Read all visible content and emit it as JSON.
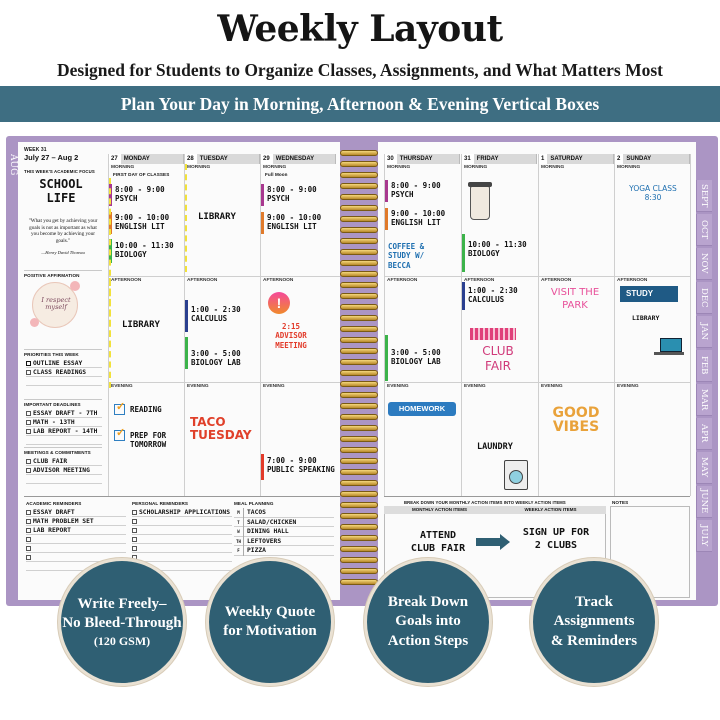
{
  "hero": {
    "title": "Weekly Layout",
    "subtitle": "Designed for Students to Organize Classes, Assignments, and What Matters Most",
    "banner": "Plan Your Day in Morning, Afternoon & Evening Vertical Boxes"
  },
  "left_page": {
    "week": "WEEK 31",
    "range": "July 27 – Aug 2",
    "focus_label": "THIS WEEK'S ACADEMIC FOCUS",
    "focus_text": "SCHOOL LIFE",
    "quote": "\"What you get by achieving your goals is not as important as what you become by achieving your goals.\"",
    "quote_author": "—Henry David Thoreau",
    "affirmation_label": "POSITIVE AFFIRMATION",
    "affirmation": "I respect myself",
    "priorities_label": "PRIORITIES THIS WEEK",
    "priorities": [
      "OUTLINE ESSAY",
      "CLASS READINGS"
    ],
    "deadlines_label": "IMPORTANT DEADLINES",
    "deadlines": [
      "ESSAY DRAFT - 7TH",
      "MATH - 13TH",
      "LAB REPORT - 14TH"
    ],
    "meetings_label": "MEETINGS & COMMITMENTS",
    "meetings": [
      "CLUB FAIR",
      "ADVISOR MEETING"
    ],
    "days": [
      {
        "num": "27",
        "name": "MONDAY"
      },
      {
        "num": "28",
        "name": "TUESDAY"
      },
      {
        "num": "29",
        "name": "WEDNESDAY"
      }
    ],
    "morning": "MORNING",
    "afternoon": "AFTERNOON",
    "evening": "EVENING",
    "mon_note": "FIRST DAY OF CLASSES",
    "wed_note": "Full Moon",
    "mon_m": [
      "8:00 - 9:00",
      "PSYCH",
      "9:00 - 10:00",
      "ENGLISH LIT",
      "10:00 - 11:30",
      "BIOLOGY"
    ],
    "tue_m": "LIBRARY",
    "wed_m": [
      "8:00 - 9:00",
      "PSYCH",
      "9:00 - 10:00",
      "ENGLISH LIT"
    ],
    "mon_a": "LIBRARY",
    "tue_a": [
      "1:00 - 2:30",
      "CALCULUS",
      "3:00 - 5:00",
      "BIOLOGY LAB"
    ],
    "wed_a": [
      "2:15",
      "ADVISOR",
      "MEETING"
    ],
    "mon_e": [
      "READING",
      "PREP FOR",
      "TOMORROW"
    ],
    "tue_e": [
      "TACO",
      "TUESDAY"
    ],
    "wed_e": [
      "7:00 - 9:00",
      "PUBLIC SPEAKING"
    ],
    "academic_label": "ACADEMIC REMINDERS",
    "academic": [
      "ESSAY DRAFT",
      "MATH PROBLEM SET",
      "LAB REPORT"
    ],
    "personal_label": "PERSONAL REMINDERS",
    "personal": [
      "SCHOLARSHIP APPLICATIONS"
    ],
    "meal_label": "MEAL PLANNING",
    "meals": [
      {
        "d": "M",
        "v": "TACOS"
      },
      {
        "d": "T",
        "v": "SALAD/CHICKEN"
      },
      {
        "d": "W",
        "v": "DINING HALL"
      },
      {
        "d": "TH",
        "v": "LEFTOVERS"
      },
      {
        "d": "F",
        "v": "PIZZA"
      }
    ]
  },
  "right_page": {
    "days": [
      {
        "num": "30",
        "name": "THURSDAY"
      },
      {
        "num": "31",
        "name": "FRIDAY"
      },
      {
        "num": "1",
        "name": "SATURDAY"
      },
      {
        "num": "2",
        "name": "SUNDAY"
      }
    ],
    "thu_m": [
      "8:00 - 9:00",
      "PSYCH",
      "9:00 - 10:00",
      "ENGLISH LIT",
      "COFFEE &",
      "STUDY W/",
      "BECCA"
    ],
    "fri_m": [
      "10:00 - 11:30",
      "BIOLOGY"
    ],
    "sun_m": [
      "YOGA CLASS",
      "8:30"
    ],
    "thu_a": [
      "3:00 - 5:00",
      "BIOLOGY LAB"
    ],
    "fri_a": [
      "1:00 - 2:30",
      "CALCULUS"
    ],
    "club_fair": [
      "CLUB",
      "FAIR"
    ],
    "sat_a": [
      "VISIT THE",
      "PARK"
    ],
    "sun_a": [
      "STUDY",
      "LIBRARY"
    ],
    "thu_e": "HOMEWORK",
    "fri_e": "LAUNDRY",
    "sat_e": [
      "GOOD",
      "VIBES"
    ],
    "breakdown_label": "BREAK DOWN YOUR MONTHLY ACTION ITEMS INTO WEEKLY ACTION ITEMS",
    "monthly_label": "MONTHLY ACTION ITEMS",
    "weekly_label": "WEEKLY ACTION ITEMS",
    "monthly_item": [
      "ATTEND",
      "CLUB FAIR"
    ],
    "weekly_item": [
      "SIGN UP FOR",
      "2 CLUBS"
    ],
    "notes_label": "NOTES"
  },
  "tabs": {
    "left": "AUG",
    "right": [
      "SEPT",
      "OCT",
      "NOV",
      "DEC",
      "JAN",
      "FEB",
      "MAR",
      "APR",
      "MAY",
      "JUNE",
      "JULY"
    ]
  },
  "features": [
    {
      "lines": [
        "Write Freely–",
        "No Bleed-Through"
      ],
      "note": "(120 GSM)"
    },
    {
      "lines": [
        "Weekly Quote",
        "for Motivation"
      ]
    },
    {
      "lines": [
        "Break Down",
        "Goals into",
        "Action Steps"
      ]
    },
    {
      "lines": [
        "Track",
        "Assignments",
        "& Reminders"
      ]
    }
  ],
  "colors": {
    "banner": "#3e6e82",
    "planner": "#ab95c4",
    "circle": "#2f5f73",
    "psych": "#a8388f",
    "english": "#e07a2b",
    "bio": "#3cb34a",
    "calc": "#2a3f8f",
    "yellow": "#f2e23a",
    "red": "#e23b2a"
  }
}
